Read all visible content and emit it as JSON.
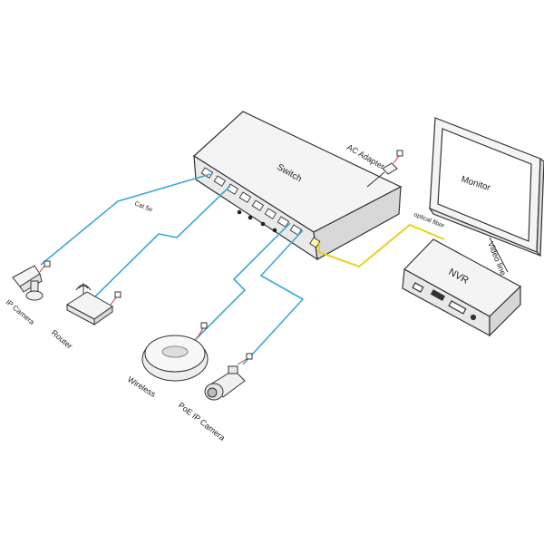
{
  "labels": {
    "switch": "Switch",
    "ac_adapter": "AC Adapter",
    "cat5e": "Cat 5e",
    "optical_fiber": "optical fiber",
    "monitor": "Monitor",
    "video_line": "Video line",
    "nvr": "NVR",
    "ip_camera": "IP Camera",
    "router": "Router",
    "wireless": "Wireless",
    "poe_ip_camera": "PoE IP Camera"
  },
  "colors": {
    "ethernet_cable": "#3aa8d8",
    "fiber_cable": "#e8d21c",
    "power_cable": "#d62b2b",
    "outline": "#333333",
    "device_fill": "#f4f4f4"
  },
  "icons": [
    "ip-camera-icon",
    "router-icon",
    "wireless-ap-icon",
    "poe-camera-icon",
    "monitor-icon",
    "nvr-icon",
    "switch-icon",
    "ac-adapter-icon"
  ]
}
